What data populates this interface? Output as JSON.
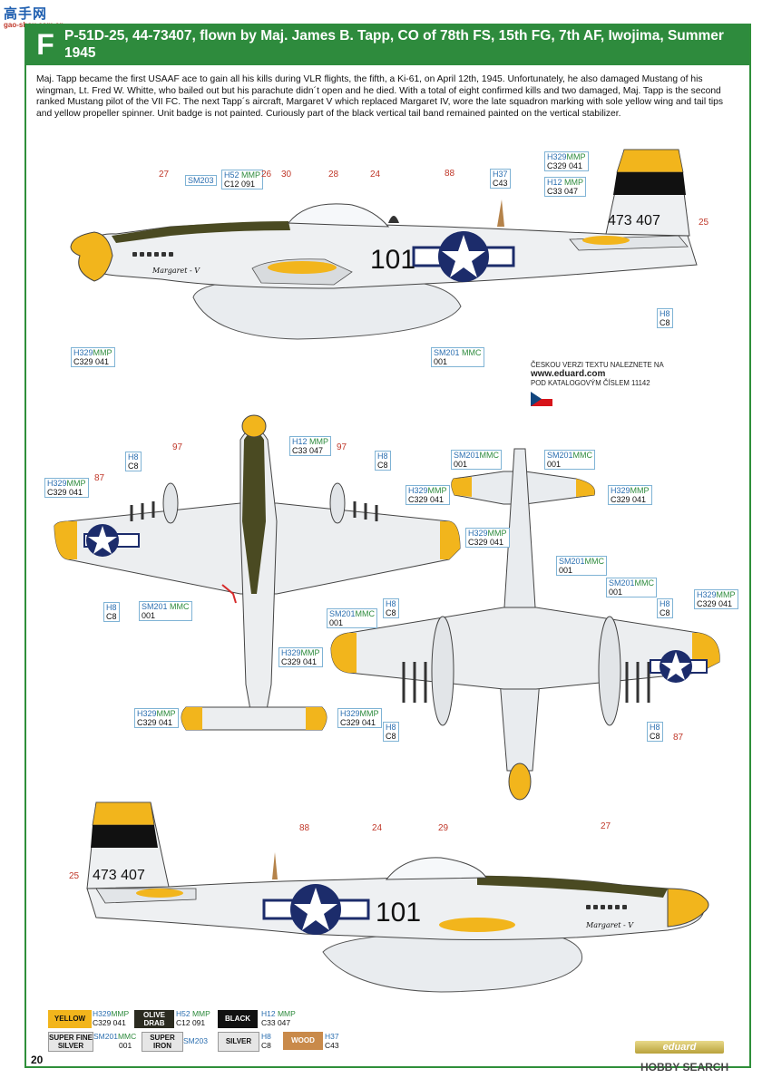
{
  "watermark": {
    "logo": "高手网",
    "url": "gao-shou.com.cn"
  },
  "header": {
    "letter": "F",
    "title": "P-51D-25, 44-73407, flown by Maj. James B. Tapp, CO of 78th FS, 15th FG, 7th AF, Iwojima, Summer 1945"
  },
  "description": "Maj. Tapp became the first USAAF ace to gain all his kills during VLR flights, the fifth, a Ki-61, on April 12th, 1945. Unfortunately, he also damaged Mustang of his wingman, Lt. Fred W. Whitte, who bailed out but his parachute didn´t open and he died. With a total of eight confirmed kills and two damaged, Maj. Tapp is the second ranked Mustang pilot of the VII FC.  The next Tapp´s aircraft, Margaret V which replaced Margaret IV, wore the late squadron marking with sole yellow wing and tail tips and yellow propeller spinner. Unit badge is not painted. Curiously part of the black vertical tail band remained painted on the vertical stabilizer.",
  "markings": {
    "serial": "473 407",
    "code": "101",
    "nose_art": "Margaret - V"
  },
  "czech": {
    "line1": "ČESKOU VERZI TEXTU NALEZNETE NA",
    "url": "www.eduard.com",
    "line2": "POD KATALOGOVÝM ČÍSLEM 11142"
  },
  "callouts": {
    "sm203": "SM203",
    "h52": "H52",
    "mmp": "MMP",
    "c12_091": "C12  091",
    "h329": "H329",
    "c329_041": "C329  041",
    "h12": "H12",
    "c33_047": "C33  047",
    "h37": "H37",
    "c43": "C43",
    "h8": "H8",
    "c8": "C8",
    "sm201": "SM201",
    "mmc": "MMC",
    "n001": "001"
  },
  "numbers": {
    "n27": "27",
    "n26": "26",
    "n30": "30",
    "n28": "28",
    "n24": "24",
    "n88": "88",
    "n25": "25",
    "n97": "97",
    "n87": "87",
    "n29": "29"
  },
  "legend": [
    {
      "name": "YELLOW",
      "color": "#f2b51c",
      "text_color": "#111",
      "h": "H329",
      "mmp": "MMP",
      "c": "C329  041"
    },
    {
      "name": "OLIVE DRAB",
      "color": "#2b2b20",
      "text_color": "#fff",
      "h": "H52",
      "mmp": "MMP",
      "c": "C12  091"
    },
    {
      "name": "BLACK",
      "color": "#111111",
      "text_color": "#fff",
      "h": "H12",
      "mmp": "MMP",
      "c": "C33  047"
    },
    {
      "name": "SUPER FINE SILVER",
      "color": "#e6e6e6",
      "text_color": "#111",
      "h": "SM201",
      "mmp": "MMC",
      "c": "001"
    },
    {
      "name": "SUPER IRON",
      "color": "#e6e6e6",
      "text_color": "#111",
      "h": "SM203",
      "mmp": "",
      "c": ""
    },
    {
      "name": "SILVER",
      "color": "#e6e6e6",
      "text_color": "#111",
      "h": "H8",
      "mmp": "",
      "c": "C8"
    },
    {
      "name": "WOOD",
      "color": "#c98a4a",
      "text_color": "#fff",
      "h": "H37",
      "mmp": "",
      "c": "C43"
    }
  ],
  "page_number": "20",
  "brand": "eduard",
  "footer_watermark": "HOBBY SEARCH",
  "colors": {
    "green": "#2e8b3d",
    "yellow": "#f2b51c",
    "olive": "#4a4a22",
    "blue": "#1c2c6b",
    "silver": "#e9ecef"
  }
}
